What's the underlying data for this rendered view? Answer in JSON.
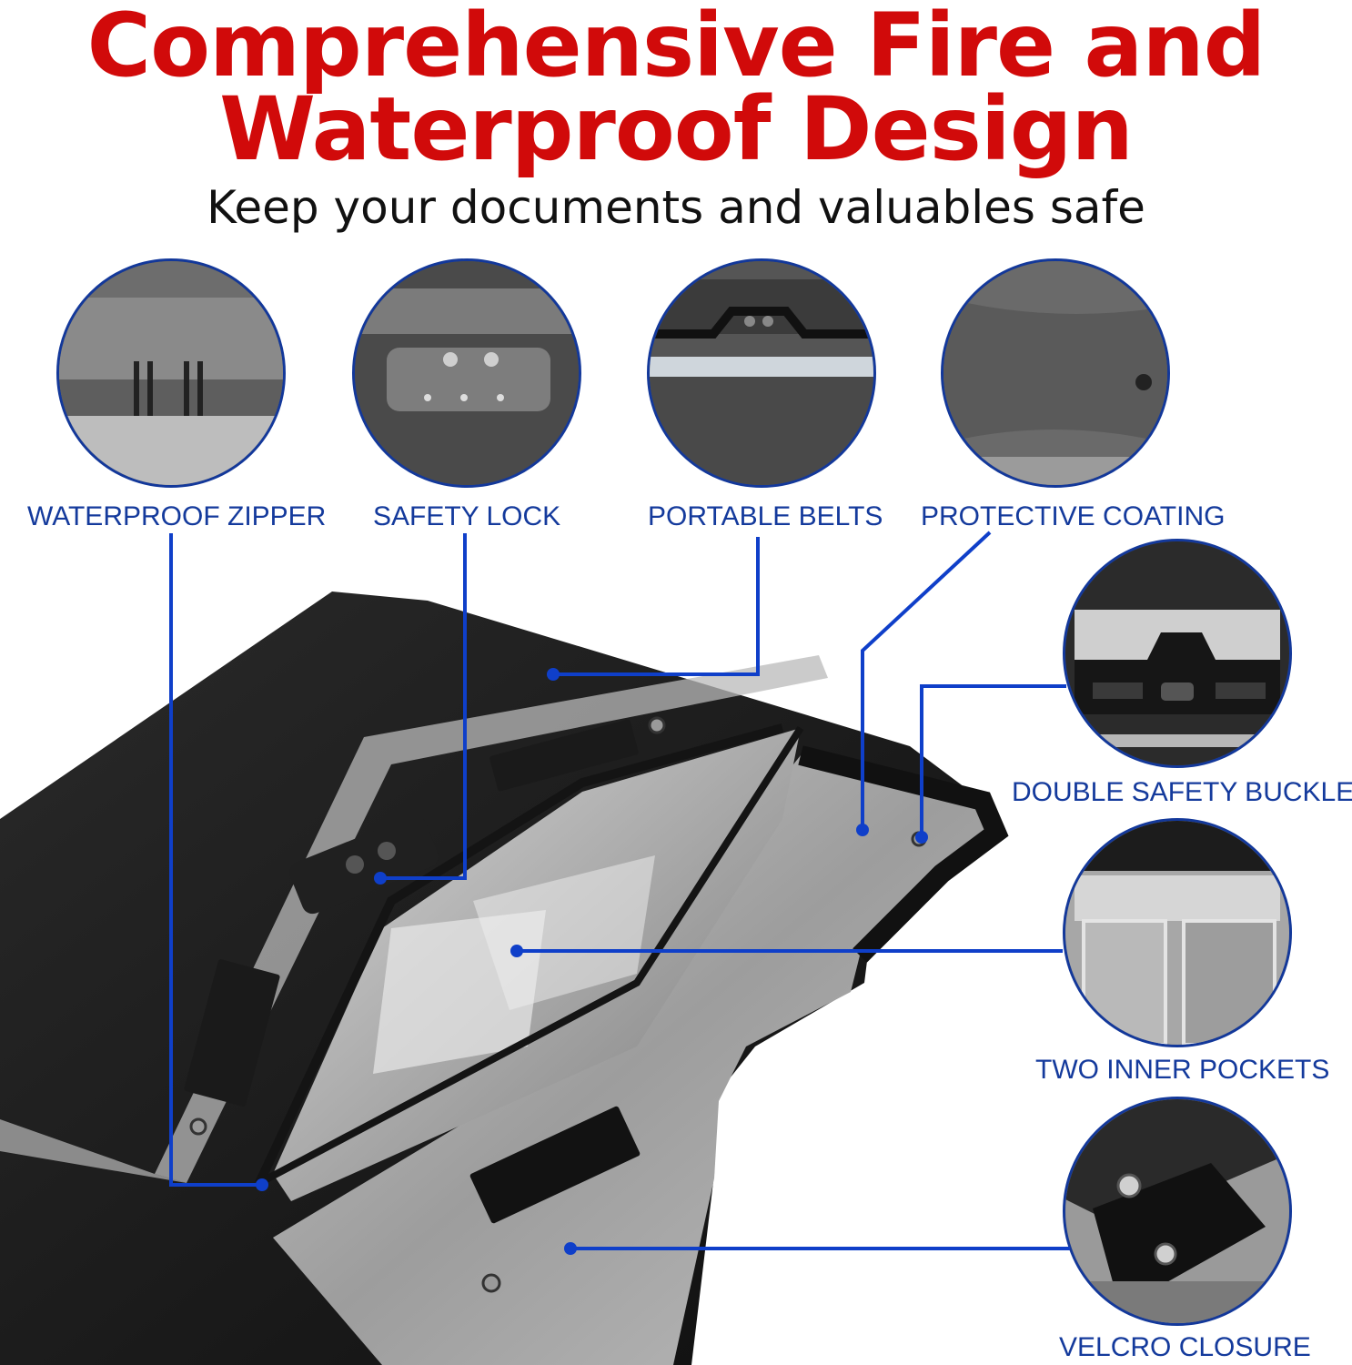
{
  "header": {
    "title_line1": "Comprehensive Fire and",
    "title_line2": "Waterproof Design",
    "subtitle": "Keep your documents and valuables safe"
  },
  "features": {
    "waterproof_zipper": "WATERPROOF ZIPPER",
    "safety_lock": "SAFETY LOCK",
    "portable_belts": "PORTABLE BELTS",
    "protective_coating": "PROTECTIVE COATING",
    "double_safety_buckle": "DOUBLE SAFETY BUCKLE",
    "two_inner_pockets": "TWO INNER POCKETS",
    "velcro_closure": "VELCRO CLOSURE"
  },
  "colors": {
    "title": "#d10a0a",
    "label": "#143a9c",
    "leader_line": "#0f3fc9"
  }
}
